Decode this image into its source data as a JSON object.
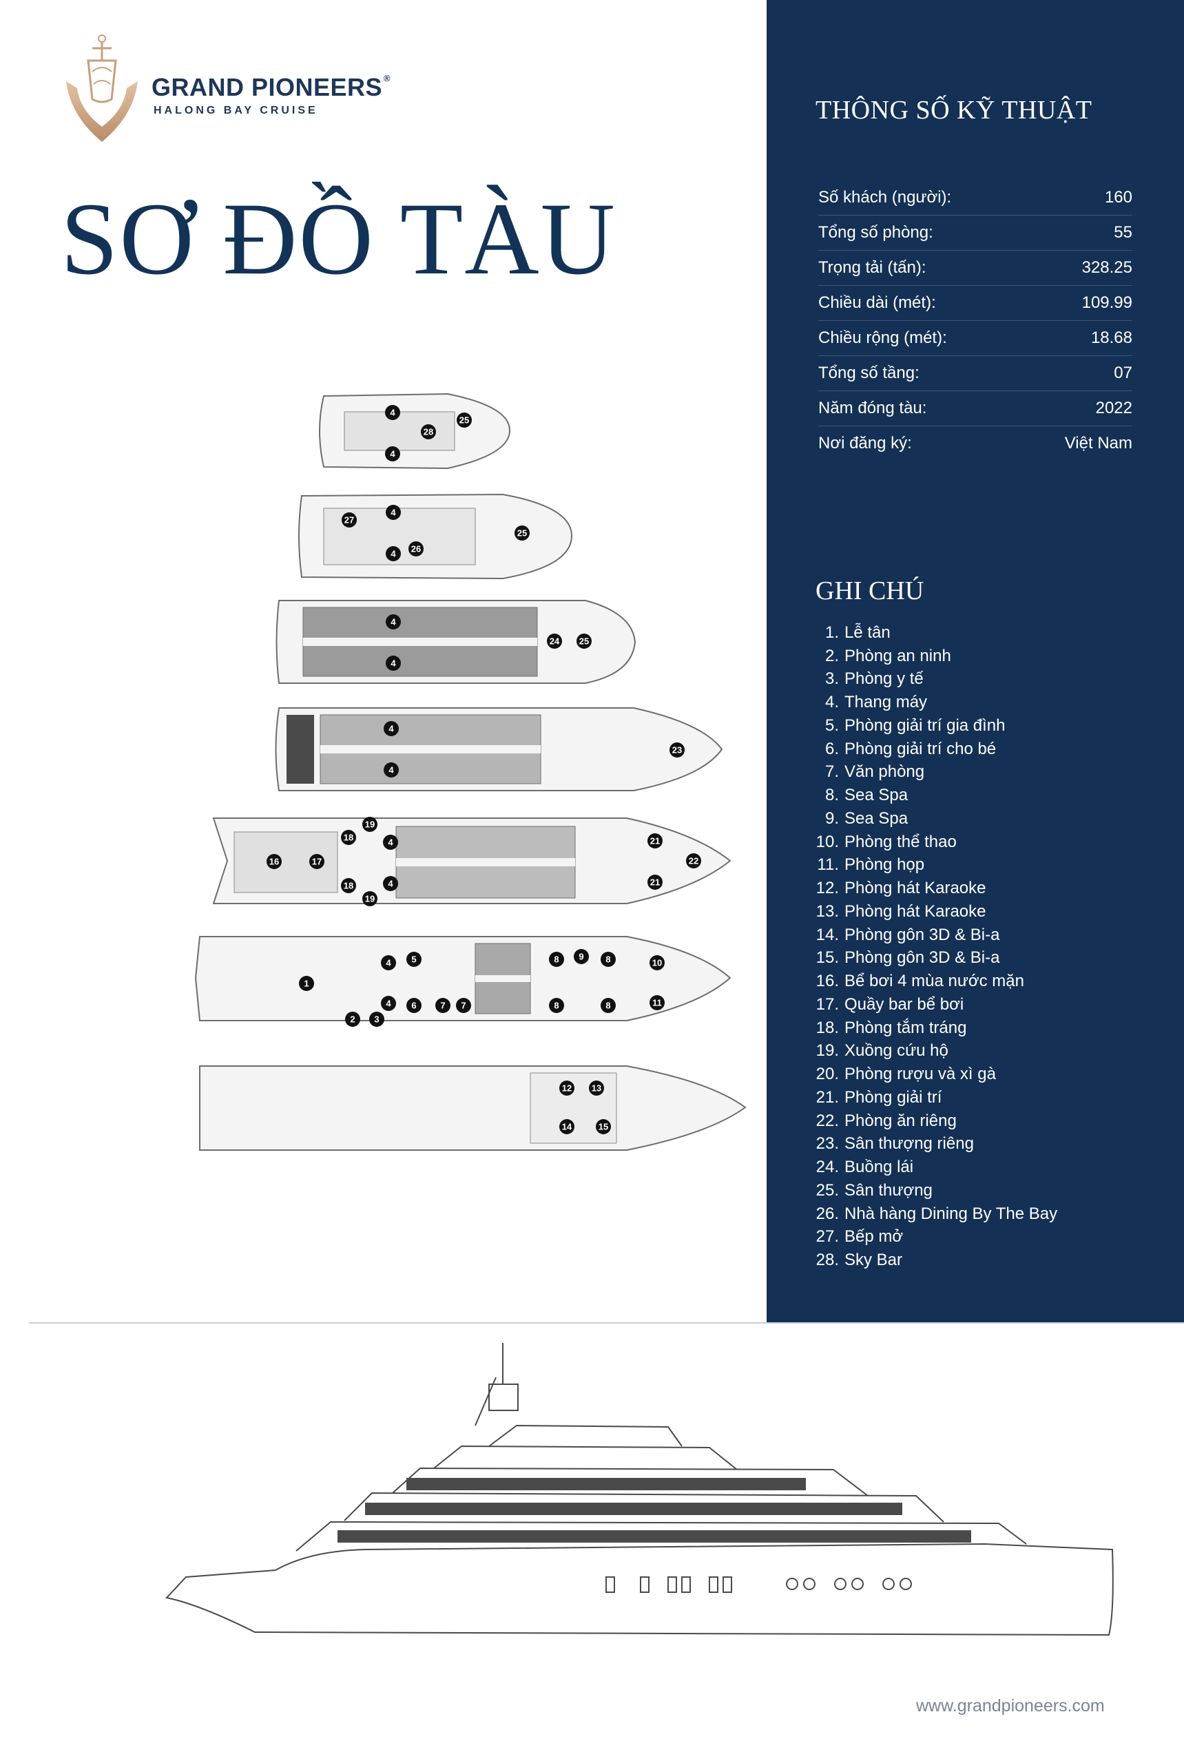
{
  "brand": {
    "name": "GRAND PIONEERS",
    "registered": "®",
    "tagline": "HALONG BAY CRUISE"
  },
  "title": "SƠ ĐỒ TÀU",
  "specs": {
    "title": "THÔNG SỐ KỸ THUẬT",
    "rows": [
      {
        "label": "Số khách (người):",
        "value": "160"
      },
      {
        "label": "Tổng số phòng:",
        "value": "55"
      },
      {
        "label": "Trọng tải (tấn):",
        "value": "328.25"
      },
      {
        "label": "Chiều dài (mét):",
        "value": "109.99"
      },
      {
        "label": "Chiều rộng (mét):",
        "value": "18.68"
      },
      {
        "label": "Tổng số tầng:",
        "value": "07"
      },
      {
        "label": "Năm đóng tàu:",
        "value": "2022"
      },
      {
        "label": "Nơi đăng ký:",
        "value": "Việt Nam"
      }
    ]
  },
  "notes": {
    "title": "GHI CHÚ",
    "items": [
      {
        "num": "1.",
        "text": "Lễ tân"
      },
      {
        "num": "2.",
        "text": "Phòng an ninh"
      },
      {
        "num": "3.",
        "text": "Phòng y tế"
      },
      {
        "num": "4.",
        "text": "Thang máy"
      },
      {
        "num": "5.",
        "text": "Phòng giải trí gia đình"
      },
      {
        "num": "6.",
        "text": "Phòng giải trí cho bé"
      },
      {
        "num": "7.",
        "text": "Văn phòng"
      },
      {
        "num": "8.",
        "text": "Sea Spa"
      },
      {
        "num": "9.",
        "text": "Sea Spa"
      },
      {
        "num": "10.",
        "text": "Phòng thể thao"
      },
      {
        "num": "11.",
        "text": "Phòng họp"
      },
      {
        "num": "12.",
        "text": "Phòng hát Karaoke"
      },
      {
        "num": "13.",
        "text": "Phòng hát Karaoke"
      },
      {
        "num": "14.",
        "text": "Phòng gôn 3D & Bi-a"
      },
      {
        "num": "15.",
        "text": "Phòng gôn 3D & Bi-a"
      },
      {
        "num": "16.",
        "text": "Bể bơi 4 mùa nước mặn"
      },
      {
        "num": "17.",
        "text": "Quầy bar bể bơi"
      },
      {
        "num": "18.",
        "text": "Phòng tắm tráng"
      },
      {
        "num": "19.",
        "text": "Xuồng cứu hộ"
      },
      {
        "num": "20.",
        "text": "Phòng rượu và xì gà"
      },
      {
        "num": "21.",
        "text": "Phòng giải trí"
      },
      {
        "num": "22.",
        "text": "Phòng ăn riêng"
      },
      {
        "num": "23.",
        "text": "Sân thượng riêng"
      },
      {
        "num": "24.",
        "text": "Buồng lái"
      },
      {
        "num": "25.",
        "text": "Sân thượng"
      },
      {
        "num": "26.",
        "text": "Nhà hàng Dining By The Bay"
      },
      {
        "num": "27.",
        "text": "Bếp mở"
      },
      {
        "num": "28.",
        "text": "Sky Bar"
      }
    ]
  },
  "plan_markers": {
    "d7": [
      "4",
      "28",
      "25",
      "4"
    ],
    "d6": [
      "27",
      "4",
      "25",
      "26",
      "4"
    ],
    "d5": [
      "4",
      "24",
      "25",
      "4"
    ],
    "d4": [
      "4",
      "23",
      "4"
    ],
    "d3": [
      "19",
      "18",
      "4",
      "16",
      "17",
      "21",
      "22",
      "21",
      "18",
      "4",
      "19"
    ],
    "d2": [
      "4",
      "5",
      "8",
      "9",
      "8",
      "10",
      "1",
      "4",
      "6",
      "7",
      "7",
      "8",
      "8",
      "11",
      "2",
      "3"
    ],
    "d1": [
      "12",
      "13",
      "14",
      "15"
    ]
  },
  "website": "www.grandpioneers.com"
}
